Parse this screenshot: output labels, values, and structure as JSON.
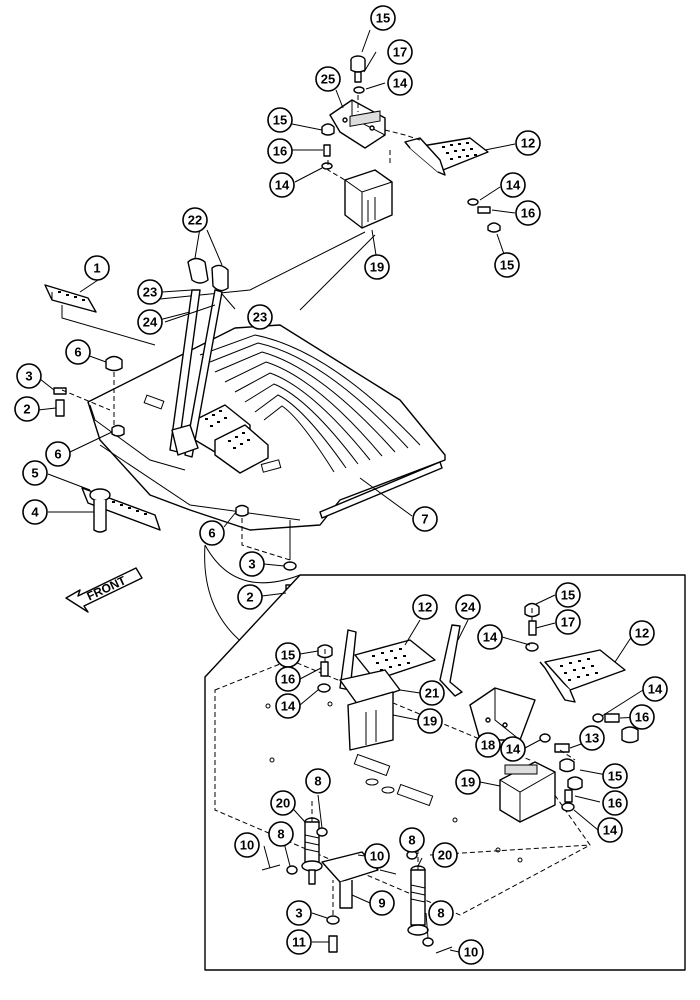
{
  "diagram": {
    "direction_label": "FRONT",
    "callouts": [
      {
        "id": "c-15a",
        "label": "15"
      },
      {
        "id": "c-17a",
        "label": "17"
      },
      {
        "id": "c-25",
        "label": "25"
      },
      {
        "id": "c-14a",
        "label": "14"
      },
      {
        "id": "c-15b",
        "label": "15"
      },
      {
        "id": "c-12a",
        "label": "12"
      },
      {
        "id": "c-16a",
        "label": "16"
      },
      {
        "id": "c-14b",
        "label": "14"
      },
      {
        "id": "c-14c",
        "label": "14"
      },
      {
        "id": "c-16b",
        "label": "16"
      },
      {
        "id": "c-15c",
        "label": "15"
      },
      {
        "id": "c-19a",
        "label": "19"
      },
      {
        "id": "c-22",
        "label": "22"
      },
      {
        "id": "c-1",
        "label": "1"
      },
      {
        "id": "c-23a",
        "label": "23"
      },
      {
        "id": "c-23b",
        "label": "23"
      },
      {
        "id": "c-24a",
        "label": "24"
      },
      {
        "id": "c-6a",
        "label": "6"
      },
      {
        "id": "c-3a",
        "label": "3"
      },
      {
        "id": "c-2a",
        "label": "2"
      },
      {
        "id": "c-6b",
        "label": "6"
      },
      {
        "id": "c-5",
        "label": "5"
      },
      {
        "id": "c-4",
        "label": "4"
      },
      {
        "id": "c-7",
        "label": "7"
      },
      {
        "id": "c-6c",
        "label": "6"
      },
      {
        "id": "c-3b",
        "label": "3"
      },
      {
        "id": "c-2b",
        "label": "2"
      },
      {
        "id": "c-12b",
        "label": "12"
      },
      {
        "id": "c-24b",
        "label": "24"
      },
      {
        "id": "c-15d",
        "label": "15"
      },
      {
        "id": "c-17b",
        "label": "17"
      },
      {
        "id": "c-15e",
        "label": "15"
      },
      {
        "id": "c-14d",
        "label": "14"
      },
      {
        "id": "c-12c",
        "label": "12"
      },
      {
        "id": "c-16c",
        "label": "16"
      },
      {
        "id": "c-21",
        "label": "21"
      },
      {
        "id": "c-14e",
        "label": "14"
      },
      {
        "id": "c-14f",
        "label": "14"
      },
      {
        "id": "c-19b",
        "label": "19"
      },
      {
        "id": "c-18",
        "label": "18"
      },
      {
        "id": "c-14g",
        "label": "14"
      },
      {
        "id": "c-16d",
        "label": "16"
      },
      {
        "id": "c-13",
        "label": "13"
      },
      {
        "id": "c-15f",
        "label": "15"
      },
      {
        "id": "c-19c",
        "label": "19"
      },
      {
        "id": "c-16e",
        "label": "16"
      },
      {
        "id": "c-14h",
        "label": "14"
      },
      {
        "id": "c-8a",
        "label": "8"
      },
      {
        "id": "c-20a",
        "label": "20"
      },
      {
        "id": "c-10a",
        "label": "10"
      },
      {
        "id": "c-8b",
        "label": "8"
      },
      {
        "id": "c-10b",
        "label": "10"
      },
      {
        "id": "c-8c",
        "label": "8"
      },
      {
        "id": "c-20b",
        "label": "20"
      },
      {
        "id": "c-9",
        "label": "9"
      },
      {
        "id": "c-3c",
        "label": "3"
      },
      {
        "id": "c-11",
        "label": "11"
      },
      {
        "id": "c-8d",
        "label": "8"
      },
      {
        "id": "c-10c",
        "label": "10"
      }
    ]
  }
}
